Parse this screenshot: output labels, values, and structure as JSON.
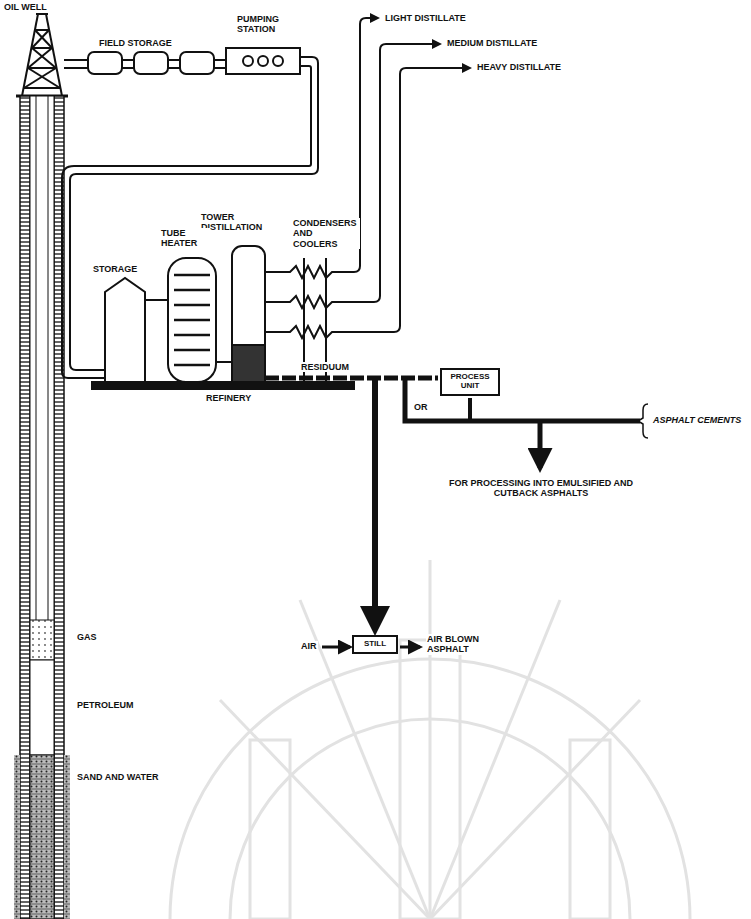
{
  "diagram": {
    "nodes": [
      {
        "text": [
          "PROCESS UNIT"
        ]
      },
      {
        "text": [
          "STILL"
        ]
      }
    ],
    "labels": [
      "OIL WELL",
      "FIELD STORAGE",
      "PUMPING STATION",
      "LIGHT DISTILLATE",
      "MEDIUM DISTILLATE",
      "HEAVY DISTILLATE",
      "TOWER DISTILLATION",
      "CONDENSERS AND COOLERS",
      "TUBE HEATER",
      "STORAGE",
      "REFINERY",
      "RESIDUUM",
      "OR",
      "ASPHALT CEMENTS",
      "FOR PROCESSING INTO EMULSIFIED AND CUTBACK ASPHALTS",
      "AIR",
      "AIR BLOWN ASPHALT",
      "GAS",
      "PETROLEUM",
      "SAND AND WATER"
    ]
  }
}
